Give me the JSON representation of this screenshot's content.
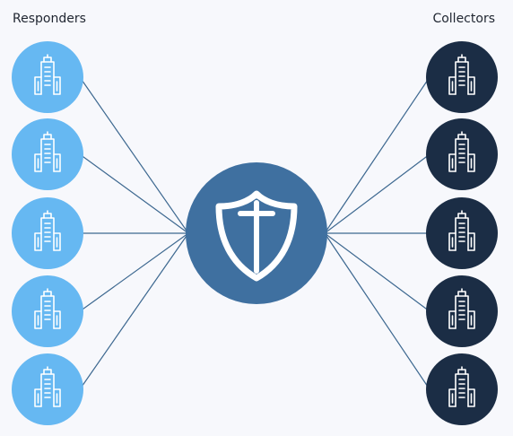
{
  "header": {
    "left_title": "Responders",
    "right_title": "Collectors"
  },
  "diagram": {
    "hub": {
      "icon": "shield-sword-icon",
      "color": "#3f70a0"
    },
    "responders": {
      "count": 5,
      "icon": "building-icon",
      "color": "#66b8f2"
    },
    "collectors": {
      "count": 5,
      "icon": "building-icon",
      "color": "#1b2d45"
    },
    "link_color": "#3d6890"
  }
}
